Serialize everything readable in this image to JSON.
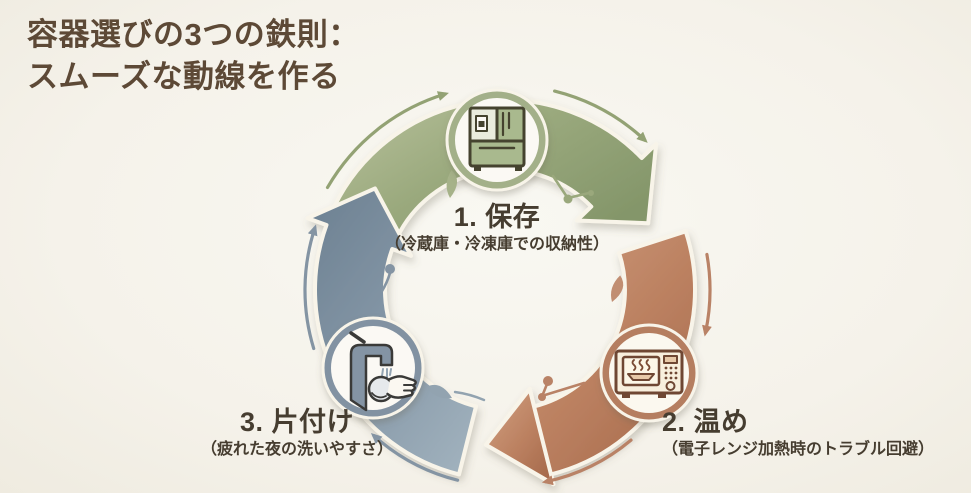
{
  "title": {
    "line1": "容器選びの3つの鉄則：",
    "line2": "スムーズな動線を作る"
  },
  "cycle": {
    "type": "cycle-diagram",
    "direction": "clockwise",
    "steps": [
      {
        "label": "1. 保存",
        "sublabel": "（冷蔵庫・冷凍庫での収納性）",
        "icon": "refrigerator-icon",
        "arrow_color": "#8f9f72"
      },
      {
        "label": "2. 温め",
        "sublabel": "（電子レンジ加熱時のトラブル回避）",
        "icon": "microwave-icon",
        "arrow_color": "#b3755a"
      },
      {
        "label": "3. 片付け",
        "sublabel": "（疲れた夜の洗いやすさ）",
        "icon": "faucet-icon",
        "arrow_color": "#7b8c9c"
      }
    ]
  },
  "colors": {
    "background": "#f5f2ea",
    "title_text": "#5d4936",
    "label_text": "#463d30",
    "green_arrow": "#8f9f72",
    "terracotta_arrow": "#b3755a",
    "slate_arrow": "#7b8c9c",
    "circle_fill": "#fbf9f3",
    "outline_cream": "#f8f4e9"
  }
}
